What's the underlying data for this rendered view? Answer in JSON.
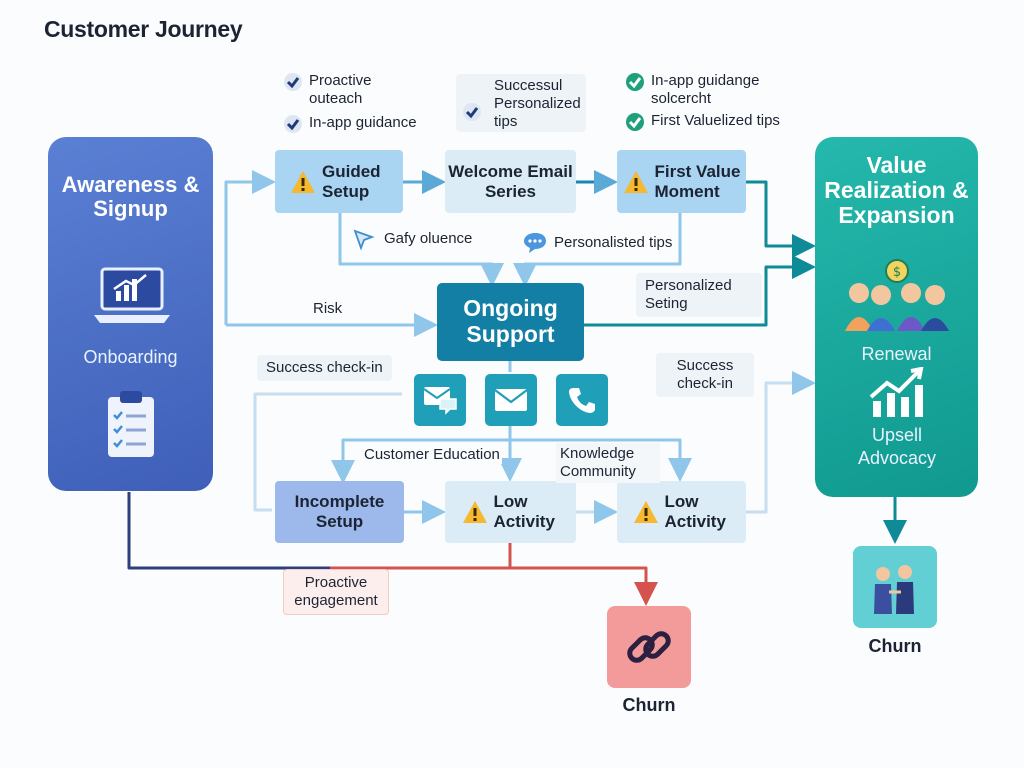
{
  "title": "Customer Journey",
  "stages": {
    "awareness": {
      "title": "Awareness & Signup",
      "sub1": "Onboarding"
    },
    "value": {
      "title": "Value Realization & Expansion",
      "renewal": "Renewal",
      "upsell": "Upsell Advocacy"
    }
  },
  "nodes": {
    "guided_setup": "Guided Setup",
    "welcome_email": "Welcome Email Series",
    "first_value": "First Value Moment",
    "ongoing_support": "Ongoing Support",
    "incomplete_setup": "Incomplete Setup",
    "low_activity_1": "Low Activity",
    "low_activity_2": "Low Activity"
  },
  "checklists": {
    "left": [
      "Proactive outeach",
      "In-app guidance"
    ],
    "middle": "Successul Personalized tips",
    "right": [
      "In-app guidange solcercht",
      "First Valuelized tips"
    ]
  },
  "labels": {
    "gafy": "Gafy oluence",
    "personalisted": "Personalisted tips",
    "risk": "Risk",
    "personalized_seting": "Personalized Seting",
    "success_checkin_left": "Success check-in",
    "success_checkin_right": "Success check-in",
    "customer_education": "Customer Education",
    "knowledge_community": "Knowledge Community",
    "proactive_engagement": "Proactive engagement"
  },
  "churn": {
    "left": "Churn",
    "right": "Churn"
  },
  "colors": {
    "awareness": "#4f73c9",
    "value": "#1fb3a6",
    "node_light": "#d5e9f6",
    "node_blue": "#a9d4f2",
    "ongoing": "#137fa4",
    "incomplete": "#9db8ea",
    "churn_red": "#ef8f8f",
    "churn_teal": "#58c9d0"
  },
  "icons": [
    "laptop-chart-icon",
    "clipboard-icon",
    "message-icon",
    "email-icon",
    "phone-icon",
    "link-icon",
    "people-icon",
    "growth-chart-icon",
    "warning-icon",
    "checkmark-icon"
  ]
}
